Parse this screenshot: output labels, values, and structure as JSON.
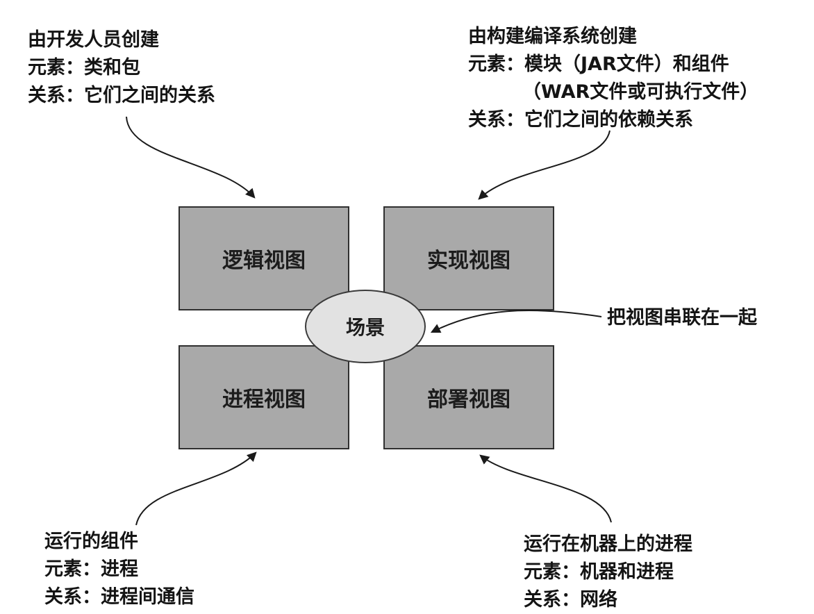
{
  "views": {
    "logical": "逻辑视图",
    "implementation": "实现视图",
    "process": "进程视图",
    "deployment": "部署视图"
  },
  "scenario": "场景",
  "captions": {
    "logical": [
      "由开发人员创建",
      "元素：类和包",
      "关系：它们之间的关系"
    ],
    "implementation": [
      "由构建编译系统创建",
      "元素：模块（JAR文件）和组件",
      "（WAR文件或可执行文件）",
      "关系：它们之间的依赖关系"
    ],
    "scenario": "把视图串联在一起",
    "process": [
      "运行的组件",
      "元素：进程",
      "关系：进程间通信"
    ],
    "deployment": [
      "运行在机器上的进程",
      "元素：机器和进程",
      "关系：网络"
    ]
  }
}
